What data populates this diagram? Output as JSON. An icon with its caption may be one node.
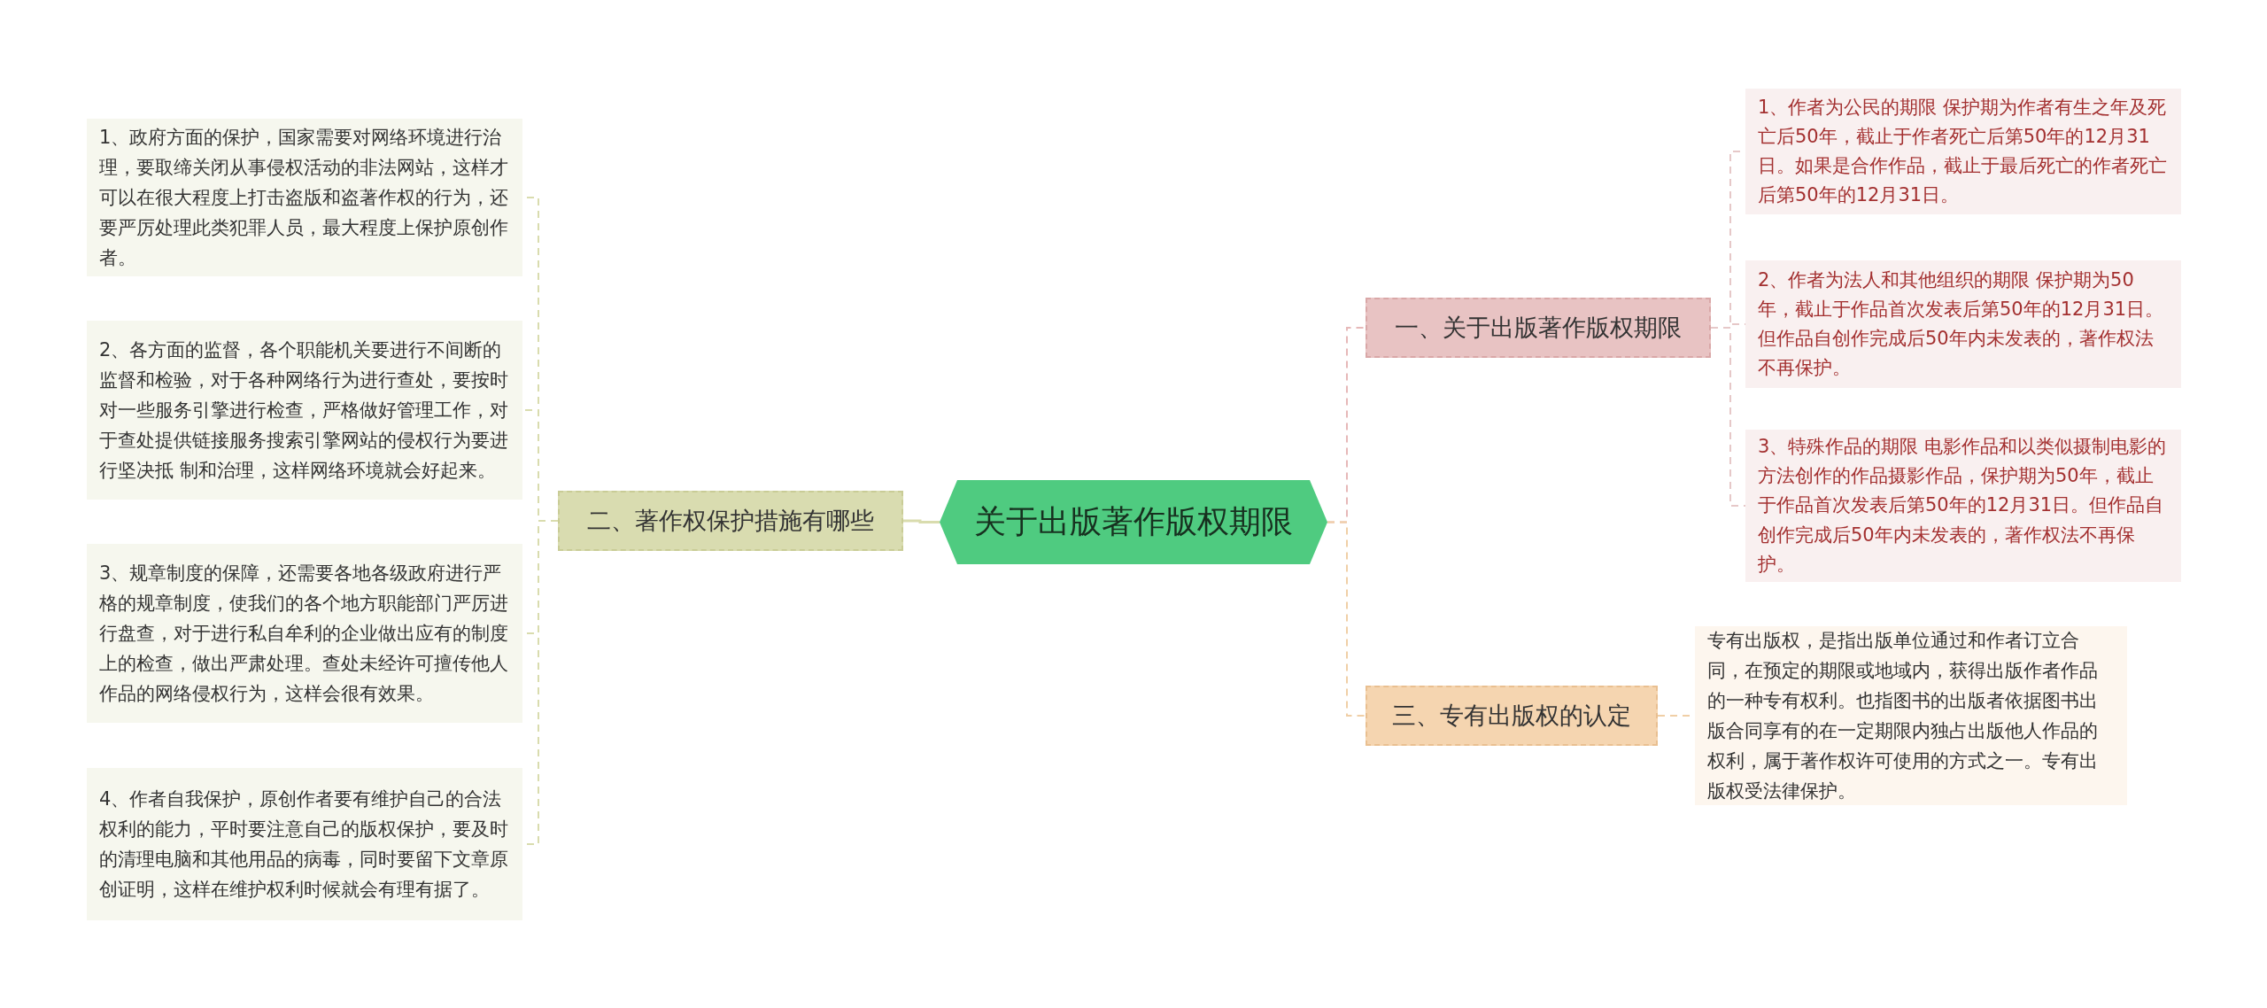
{
  "diagram": {
    "nodes": [
      {
        "text": [
          "关于出版著作版权期限"
        ]
      },
      {
        "text": [
          "二、著作权保护措施有哪些"
        ]
      },
      {
        "text": [
          "1、政府方面的保护，国家需要对网络环境进行治理，要取缔关闭从事侵权活动的非法网站，这样才可以在很大程度上打击盗版和盗著作权的行为，还要严厉处理此类犯罪人员，最大程度上保护原创作者。"
        ]
      },
      {
        "text": [
          "2、各方面的监督，各个职能机关要进行不间断的监督和检验，对于各种网络行为进行查处，要按时对一些服务引擎进行检查，严格做好管理工作，对于查处提供链接服务搜索引擎网站的侵权行为要进行坚决抵 制和治理，这样网络环境就会好起来。"
        ]
      },
      {
        "text": [
          "3、规章制度的保障，还需要各地各级政府进行严格的规章制度，使我们的各个地方职能部门严厉进行盘查，对于进行私自牟利的企业做出应有的制度上的检查，做出严肃处理。查处未经许可擅传他人作品的网络侵权行为，这样会很有效果。"
        ]
      },
      {
        "text": [
          "4、作者自我保护，原创作者要有维护自己的合法权利的能力，平时要注意自己的版权保护，要及时的清理电脑和其他用品的病毒，同时要留下文章原创证明，这样在维护权利时候就会有理有据了。"
        ]
      },
      {
        "text": [
          "一、关于出版著作版权期限"
        ]
      },
      {
        "text": [
          "1、作者为公民的期限 保护期为作者有生之年及死亡后50年，截止于作者死亡后第50年的12月31日。如果是合作作品，截止于最后死亡的作者死亡后第50年的12月31日。"
        ]
      },
      {
        "text": [
          "2、作者为法人和其他组织的期限 保护期为50年，截止于作品首次发表后第50年的12月31日。但作品自创作完成后50年内未发表的，著作权法不再保护。"
        ]
      },
      {
        "text": [
          "3、特殊作品的期限 电影作品和以类似摄制电影的方法创作的作品摄影作品，保护期为50年，截止于作品首次发表后第50年的12月31日。但作品自创作完成后50年内未发表的，著作权法不再保护。"
        ]
      },
      {
        "text": [
          "三、专有出版权的认定"
        ]
      },
      {
        "text": [
          "专有出版权，是指出版单位通过和作者订立合同，在预定的期限或地域内，获得出版作者作品的一种专有权利。也指图书的出版者依据图书出版合同享有的在一定期限内独占出版他人作品的权利，属于著作权许可使用的方式之一。专有出版权受法律保护。"
        ]
      }
    ],
    "edges": [
      {
        "from": 0,
        "to": 1,
        "arrow": "none",
        "color": "#d9dcae"
      },
      {
        "from": 1,
        "to": 2,
        "arrow": "none",
        "style": "dashed",
        "color": "#d9dcae"
      },
      {
        "from": 1,
        "to": 3,
        "arrow": "none",
        "style": "dashed",
        "color": "#d9dcae"
      },
      {
        "from": 1,
        "to": 4,
        "arrow": "none",
        "style": "dashed",
        "color": "#d9dcae"
      },
      {
        "from": 1,
        "to": 5,
        "arrow": "none",
        "style": "dashed",
        "color": "#d9dcae"
      },
      {
        "from": 0,
        "to": 6,
        "arrow": "none",
        "style": "dashed",
        "color": "#e6b8b8"
      },
      {
        "from": 6,
        "to": 7,
        "arrow": "none",
        "style": "dashed",
        "color": "#e6c8c8"
      },
      {
        "from": 6,
        "to": 8,
        "arrow": "none",
        "style": "dashed",
        "color": "#e6c8c8"
      },
      {
        "from": 6,
        "to": 9,
        "arrow": "none",
        "style": "dashed",
        "color": "#e6c8c8"
      },
      {
        "from": 0,
        "to": 10,
        "arrow": "none",
        "style": "dashed",
        "color": "#f0cfa6"
      },
      {
        "from": 10,
        "to": 11,
        "arrow": "none",
        "style": "dashed",
        "color": "#f0cfa6"
      }
    ]
  }
}
